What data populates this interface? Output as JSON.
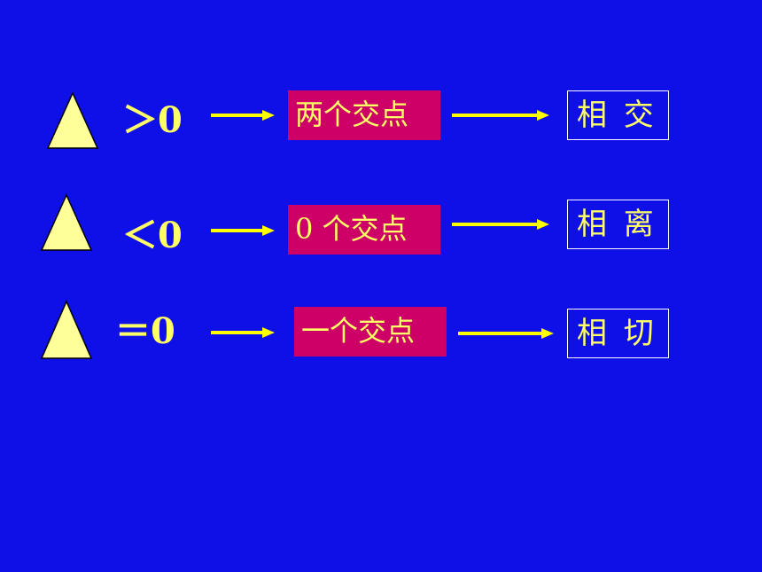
{
  "rows": [
    {
      "condition": "＞0",
      "intersection": "两个交点",
      "relation": "相 交"
    },
    {
      "condition": "＜0",
      "intersection": "0 个交点",
      "relation": "相 离"
    },
    {
      "condition": "＝0",
      "intersection": "一个交点",
      "relation": "相 切"
    }
  ],
  "colors": {
    "background": "#0f0fe8",
    "triangle_fill": "#ffff99",
    "arrow": "#ffff00",
    "text": "#ffff66",
    "box_fill": "#cc0066",
    "result_border": "#ffffff"
  },
  "icons": {
    "delta": "triangle-icon",
    "arrow": "arrow-right-icon"
  }
}
